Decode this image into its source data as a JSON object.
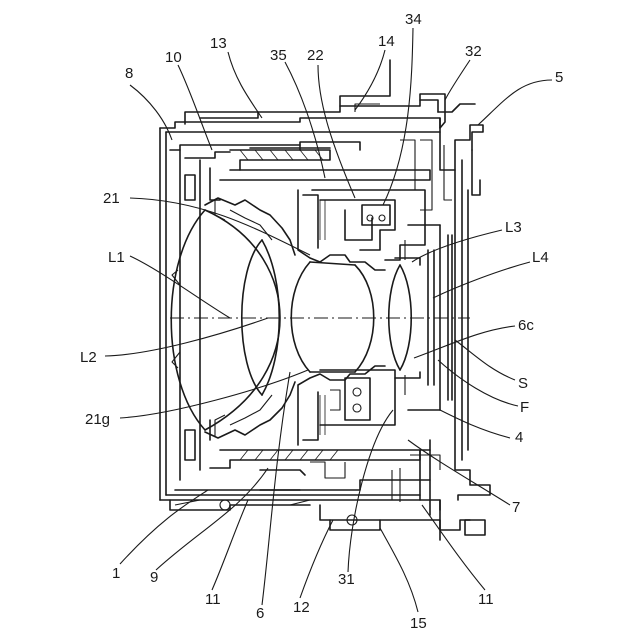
{
  "diagram": {
    "labels": {
      "l34": "34",
      "l13": "13",
      "l14": "14",
      "l32": "32",
      "l35": "35",
      "l22": "22",
      "l10": "10",
      "l8": "8",
      "l5": "5",
      "l21": "21",
      "l3": "L3",
      "lL4": "L4",
      "lL1": "L1",
      "lL2": "L2",
      "l6c": "6c",
      "lS": "S",
      "lF": "F",
      "l21g": "21g",
      "l4": "4",
      "l7": "7",
      "l1": "1",
      "l9": "9",
      "l11a": "11",
      "l6": "6",
      "l12": "12",
      "l31": "31",
      "l15": "15",
      "l11b": "11"
    }
  }
}
